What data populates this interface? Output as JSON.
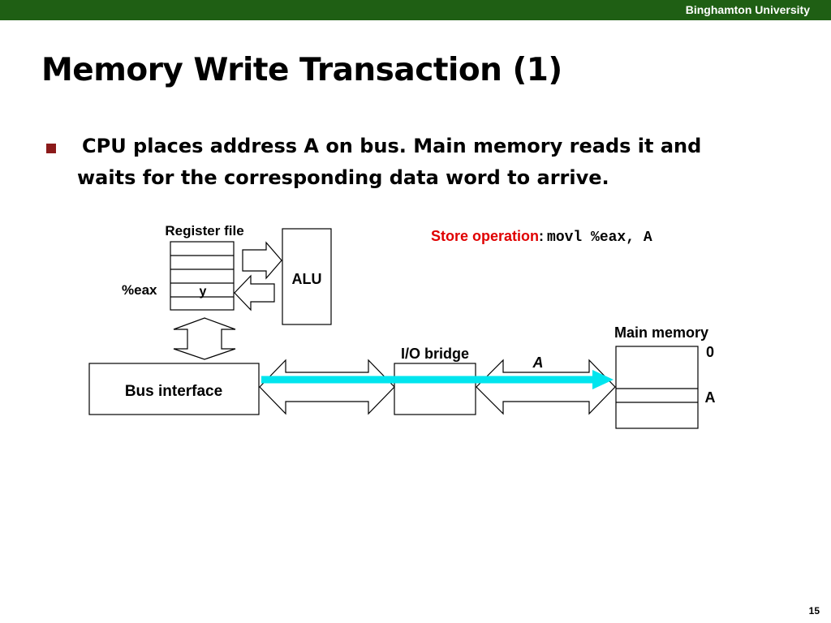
{
  "header": {
    "university": "Binghamton University"
  },
  "slide": {
    "title": "Memory Write Transaction (1)",
    "bullet": "CPU places address A on bus. Main memory reads it and waits for the corresponding data word to arrive.",
    "page_number": "15"
  },
  "store_operation": {
    "label": "Store operation",
    "colon": ":",
    "code": "movl %eax, A"
  },
  "diagram": {
    "register_file_label": "Register file",
    "eax_label": "%eax",
    "eax_value": "y",
    "alu_label": "ALU",
    "bus_interface_label": "Bus interface",
    "io_bridge_label": "I/O bridge",
    "bus_value": "A",
    "main_memory_label": "Main memory",
    "mem_address_0": "0",
    "mem_address_a": "A"
  },
  "colors": {
    "header_bar": "#1f5f14",
    "bullet_marker": "#8b1a1a",
    "store_label": "#e00000",
    "bus_highlight": "#00e5ee"
  }
}
